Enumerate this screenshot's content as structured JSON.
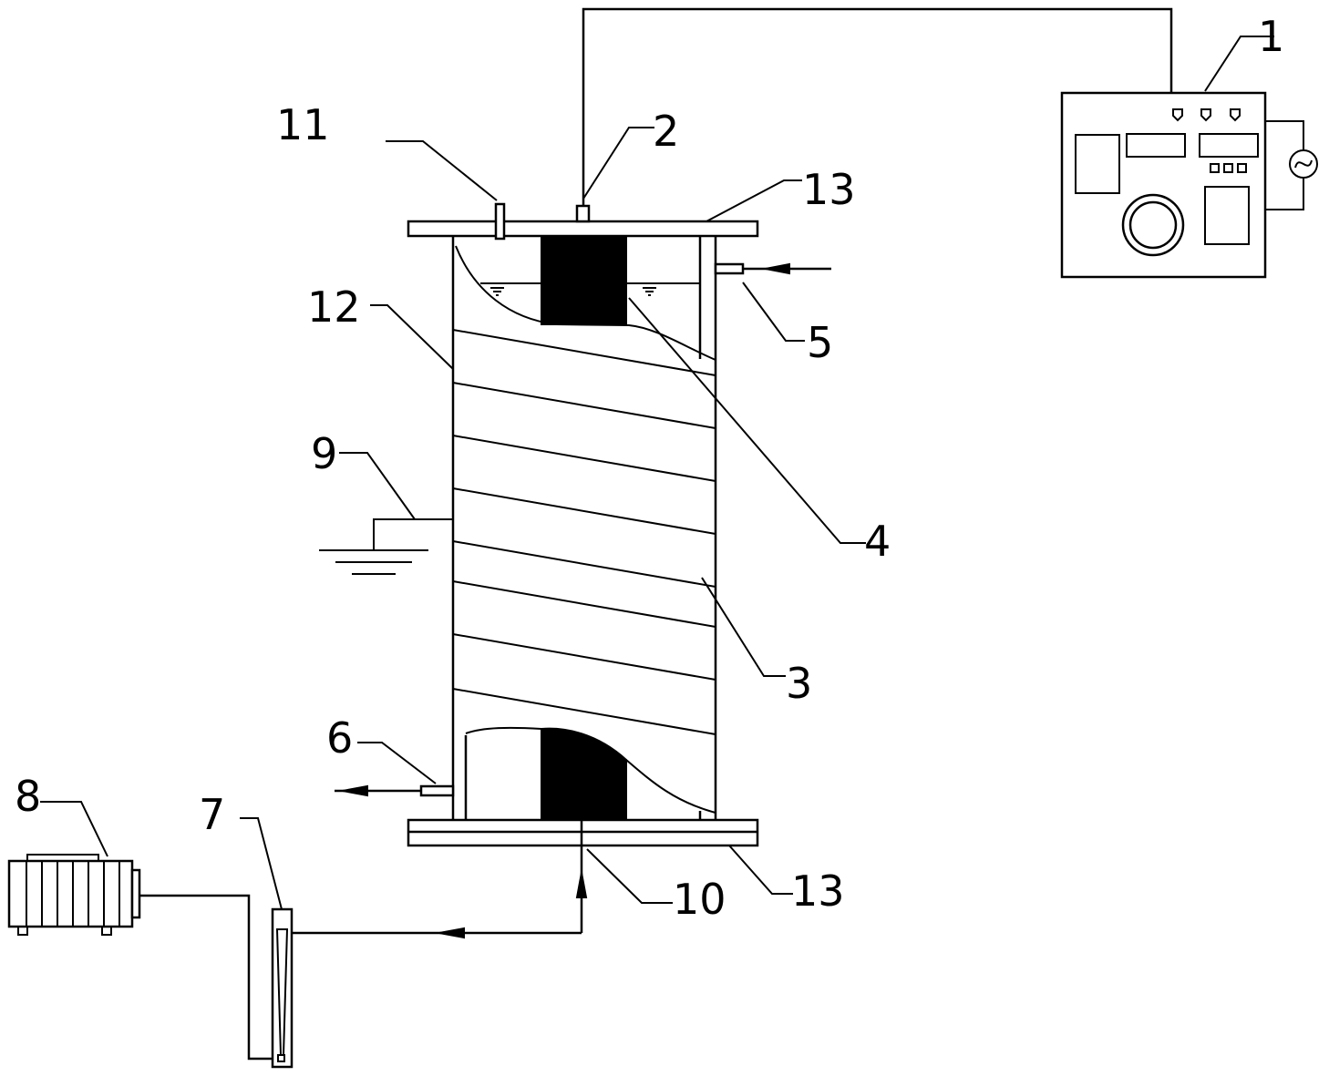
{
  "labels": {
    "l1": "1",
    "l2": "2",
    "l3": "3",
    "l4": "4",
    "l5": "5",
    "l6": "6",
    "l7": "7",
    "l8": "8",
    "l9": "9",
    "l10": "10",
    "l11": "11",
    "l12": "12",
    "l13_top": "13",
    "l13_bottom": "13"
  }
}
